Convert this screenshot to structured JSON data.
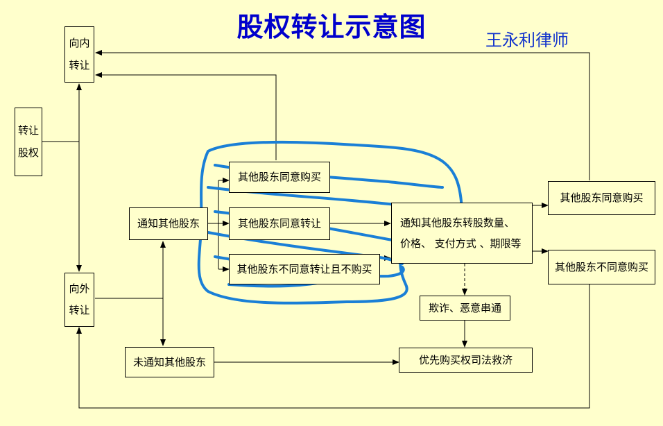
{
  "title": "股权转让示意图",
  "author": "王永利律师",
  "colors": {
    "background": "#ffffcc",
    "title": "#0000cc",
    "author": "#1133cc",
    "scribble": "#1a7fd6",
    "line": "#000000"
  },
  "nodes": {
    "transfer_equity": "转让\n股权",
    "internal_transfer": "向内\n转让",
    "external_transfer": "向外\n转让",
    "notify_shareholders": "通知其他股东",
    "not_notify_shareholders": "未通知其他股东",
    "agree_purchase": "其他股东同意购买",
    "agree_transfer": "其他股东同意转让",
    "disagree_no_purchase": "其他股东不同意转让且不购买",
    "notify_terms": "通知其他股东转股数量、\n价格、 支付方式 、期限等",
    "fraud_collusion": "欺诈、恶意串通",
    "preemptive_relief": "优先购买权司法救济",
    "right_agree_purchase": "其他股东同意购买",
    "right_disagree_purchase": "其他股东不同意购买"
  }
}
